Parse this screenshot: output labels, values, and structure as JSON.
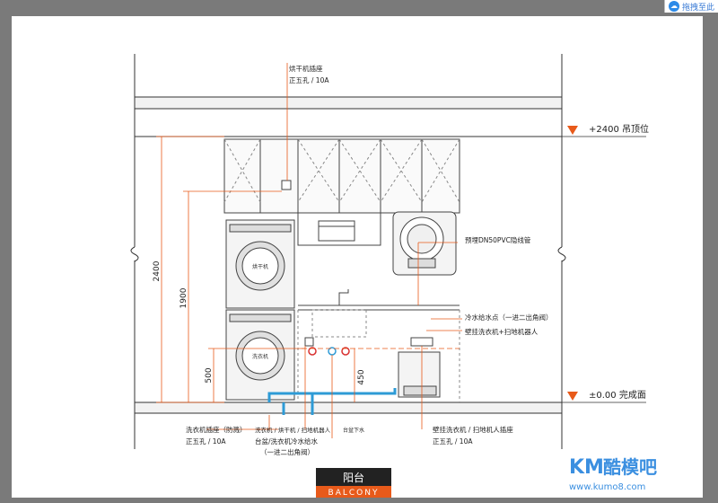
{
  "badge": {
    "label": "拖拽至此",
    "icon": "cloud-share-icon"
  },
  "plan": {
    "title_cn": "阳台",
    "title_en": "BALCONY",
    "level_ceiling": "+2400  吊顶位",
    "level_floor": "±0.00  完成面",
    "dims": {
      "total_height": "2400",
      "cabinet_height": "1900",
      "socket_500": "500",
      "socket_450": "450"
    },
    "labels": {
      "dryer_socket": "烘干机插座",
      "dryer_socket_spec": "正五孔 / 10A",
      "drain_pipe": "预埋DN50PVC隐线管",
      "cold_water": "冷水给水点（一进二出角阀）",
      "wall_washer_robot": "壁挂洗衣机+扫地机器人",
      "washer_socket": "洗衣机插座（防溅）",
      "washer_socket_spec": "正五孔 / 10A",
      "appliance_socket": "洗衣机 / 烘干机 / 扫地机器人",
      "sink_cold_water": "台盆/洗衣机冷水给水",
      "sink_cold_water_valve": "（一进二出角阀）",
      "sink_drain": "台盆下水",
      "wall_socket": "壁挂洗衣机 / 扫地机人插座",
      "wall_socket_spec": "正五孔 / 10A",
      "dryer_label": "烘干机",
      "washer_label": "洗衣机"
    },
    "colors": {
      "accent": "#e85a1a",
      "water": "#2e9bd6",
      "line": "#333333"
    }
  },
  "watermark": {
    "brand": "酷模吧",
    "logo": "KM",
    "url": "www.kumo8.com"
  }
}
